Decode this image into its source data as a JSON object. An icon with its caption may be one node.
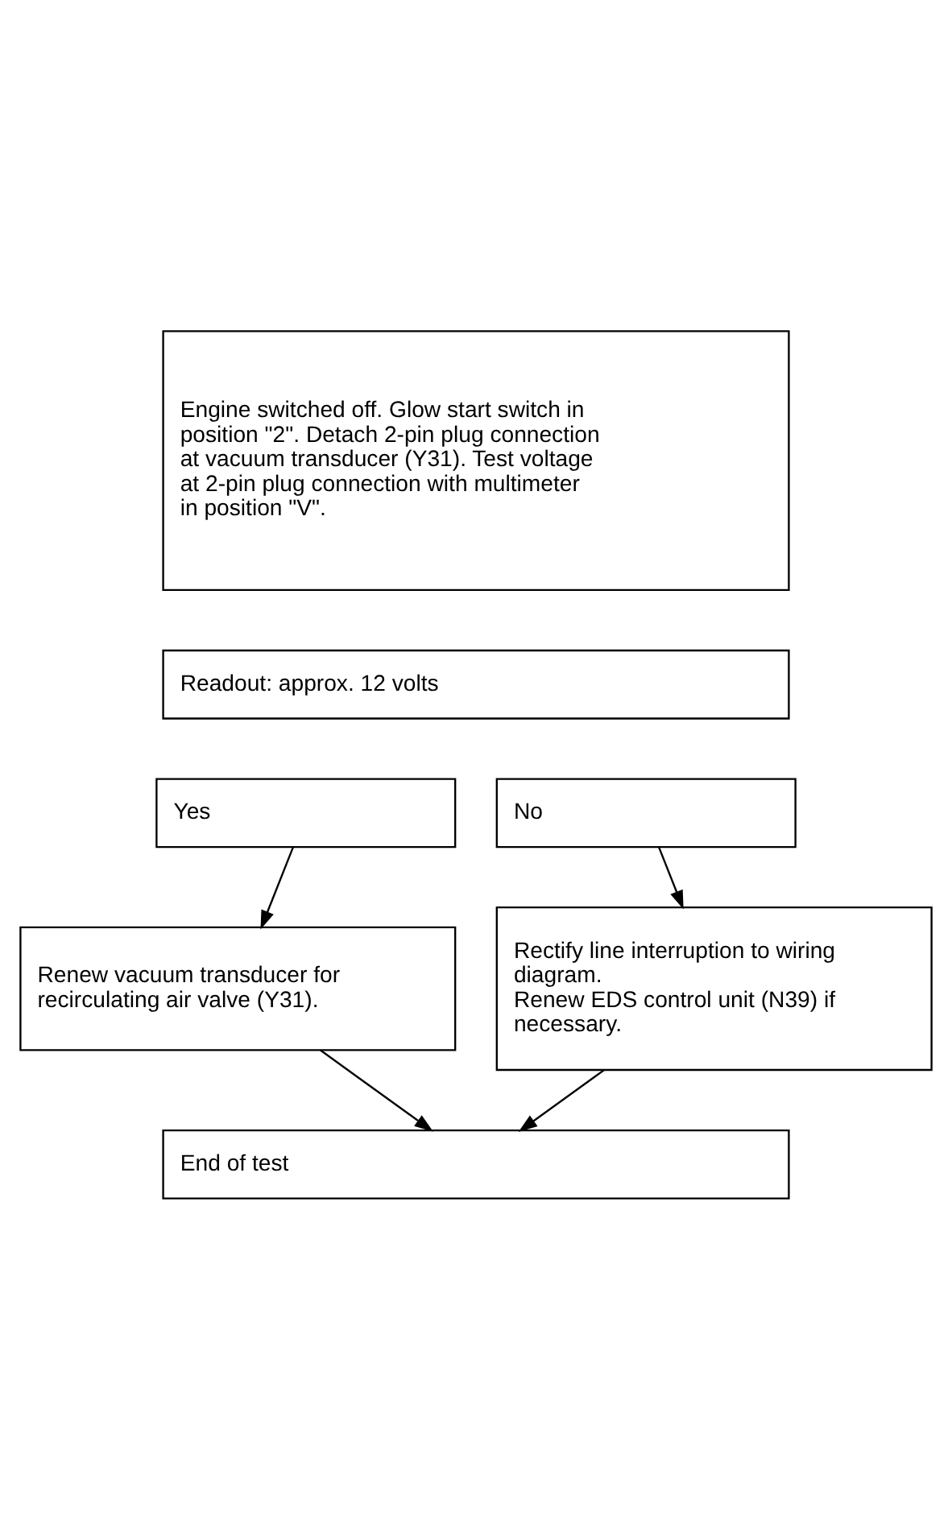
{
  "diagram": {
    "nodes": [
      {
        "text": [
          "Engine switched off. Glow start switch in position \"2\". Detach 2-pin plug connection at vacuum transducer (Y31). Test voltage at 2-pin plug connection with multimeter in position \"V\"."
        ]
      },
      {
        "text": [
          "Readout: approx. 12 volts"
        ]
      },
      {
        "text": [
          "Yes"
        ]
      },
      {
        "text": [
          "No"
        ]
      },
      {
        "text": [
          "Renew vacuum transducer for recirculating air valve (Y31)."
        ]
      },
      {
        "text": [
          "Rectify line interruption to wiring diagram.",
          "Renew EDS control unit (N39) if necessary."
        ]
      },
      {
        "text": [
          "End of test"
        ]
      }
    ],
    "edges": [
      {
        "from": 2,
        "to": 4,
        "arrow": "to"
      },
      {
        "from": 3,
        "to": 5,
        "arrow": "to"
      },
      {
        "from": 4,
        "to": 6,
        "arrow": "to"
      },
      {
        "from": 5,
        "to": 6,
        "arrow": "to"
      }
    ]
  }
}
